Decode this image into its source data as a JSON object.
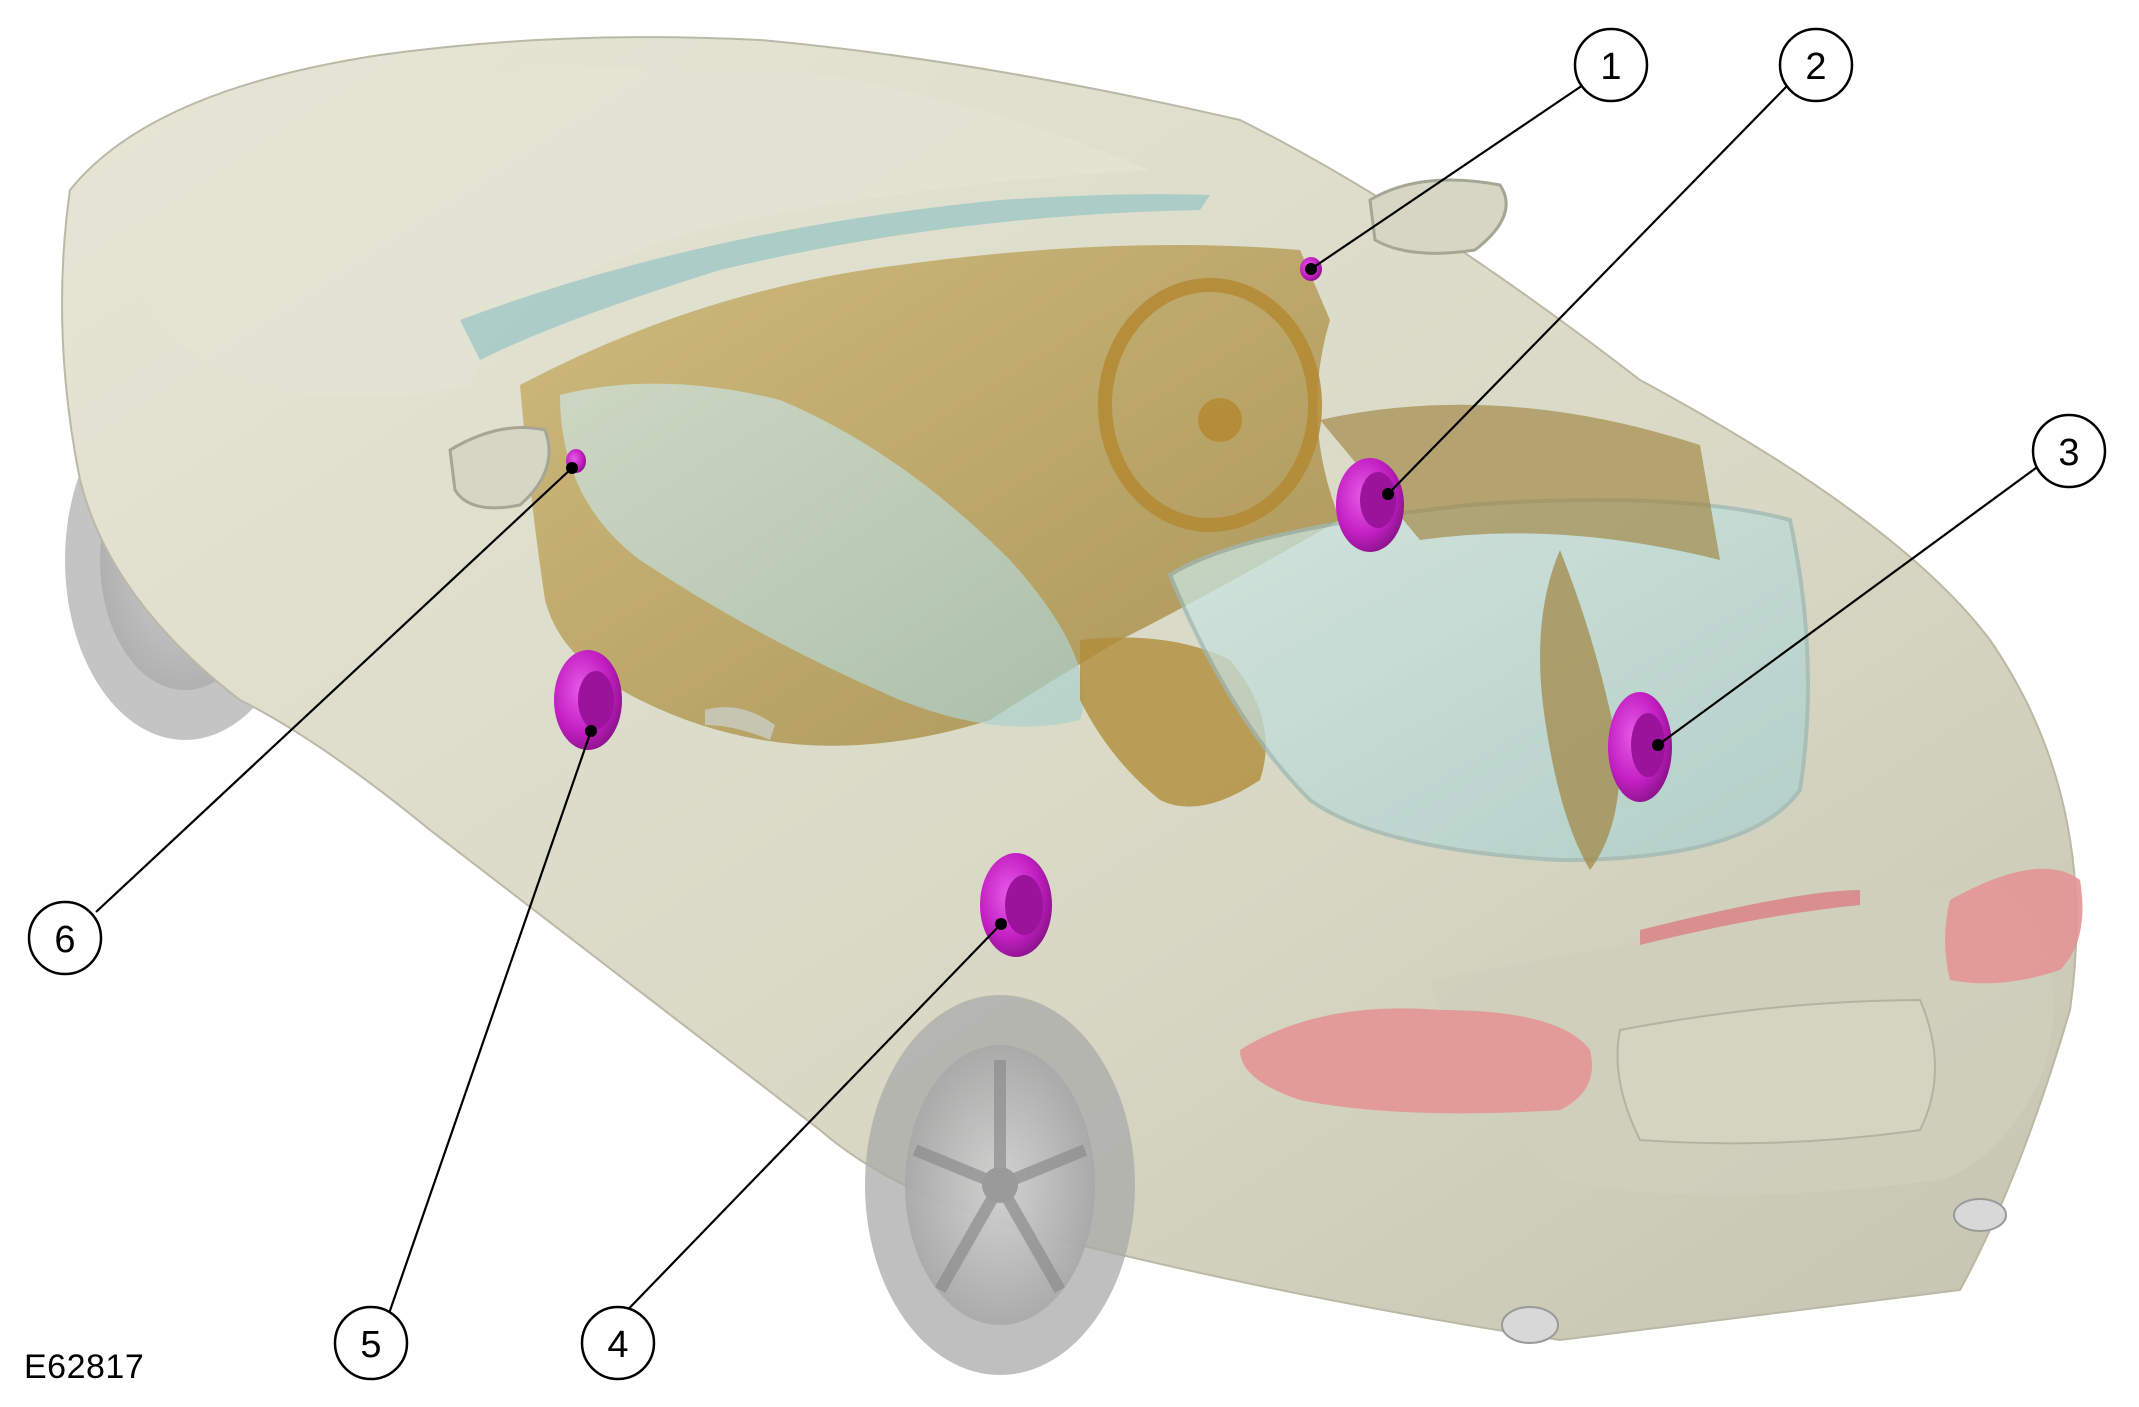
{
  "figure": {
    "id": "E62817"
  },
  "callouts": [
    {
      "number": "1",
      "component": "speaker"
    },
    {
      "number": "2",
      "component": "speaker"
    },
    {
      "number": "3",
      "component": "speaker"
    },
    {
      "number": "4",
      "component": "speaker"
    },
    {
      "number": "5",
      "component": "speaker"
    },
    {
      "number": "6",
      "component": "speaker"
    }
  ],
  "colors": {
    "body": "#dcdccb",
    "body_shade": "#c9c9b6",
    "glass": "#bcdcd8",
    "interior": "#b89a4a",
    "speaker": "#c21fc2",
    "tail_light": "#e08c8c",
    "leader_line": "#000000"
  }
}
